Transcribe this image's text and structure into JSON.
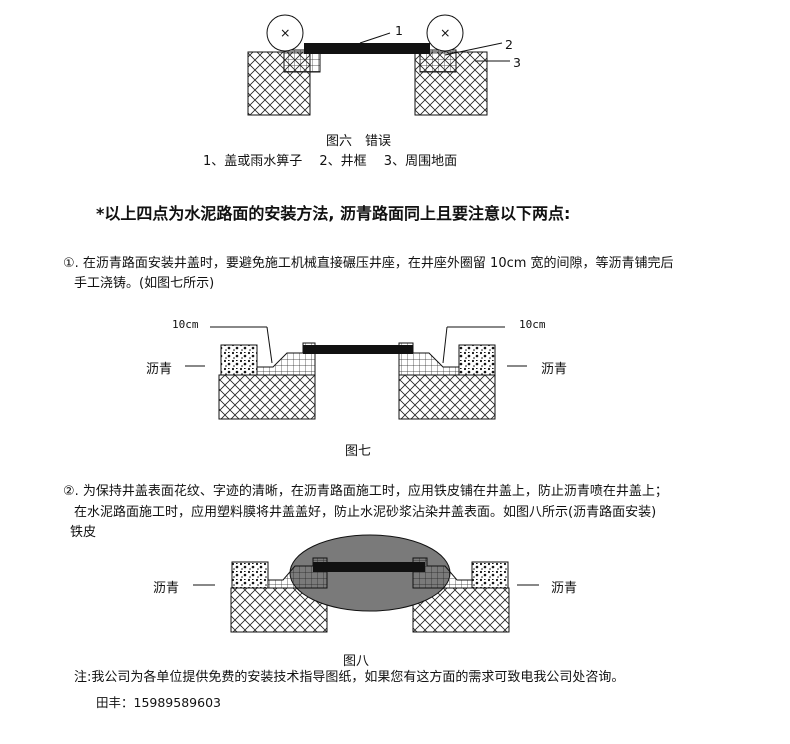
{
  "fig6": {
    "caption": "图六　错误",
    "legend": "1、盖或雨水箅子　 2、井框　 3、周围地面",
    "callouts": [
      "1",
      "2",
      "3"
    ],
    "wheel_mark": "×"
  },
  "heading": "*以上四点为水泥路面的安装方法, 沥青路面同上且要注意以下两点:",
  "point1": {
    "line1": "①. 在沥青路面安装井盖时，要避免施工机械直接碾压井座，在井座外圈留 10cm 宽的间隙，等沥青铺完后",
    "line2": "手工浇铸。(如图七所示)"
  },
  "fig7": {
    "gap_left": "10cm",
    "gap_right": "10cm",
    "asphalt_left": "沥青",
    "asphalt_right": "沥青",
    "caption": "图七"
  },
  "point2": {
    "line1": "②. 为保持井盖表面花纹、字迹的清晰，在沥青路面施工时，应用铁皮铺在井盖上，防止沥青喷在井盖上；",
    "line2": "在水泥路面施工时，应用塑料膜将井盖盖好，防止水泥砂浆沾染井盖表面。如图八所示(沥青路面安装)",
    "line3": "铁皮"
  },
  "fig8": {
    "asphalt_left": "沥青",
    "asphalt_right": "沥青",
    "caption": "图八"
  },
  "note": {
    "text": "注:我公司为各单位提供免费的安装技术指导图纸，如果您有这方面的需求可致电我公司处咨询。",
    "contact": "田丰：15989589603"
  }
}
